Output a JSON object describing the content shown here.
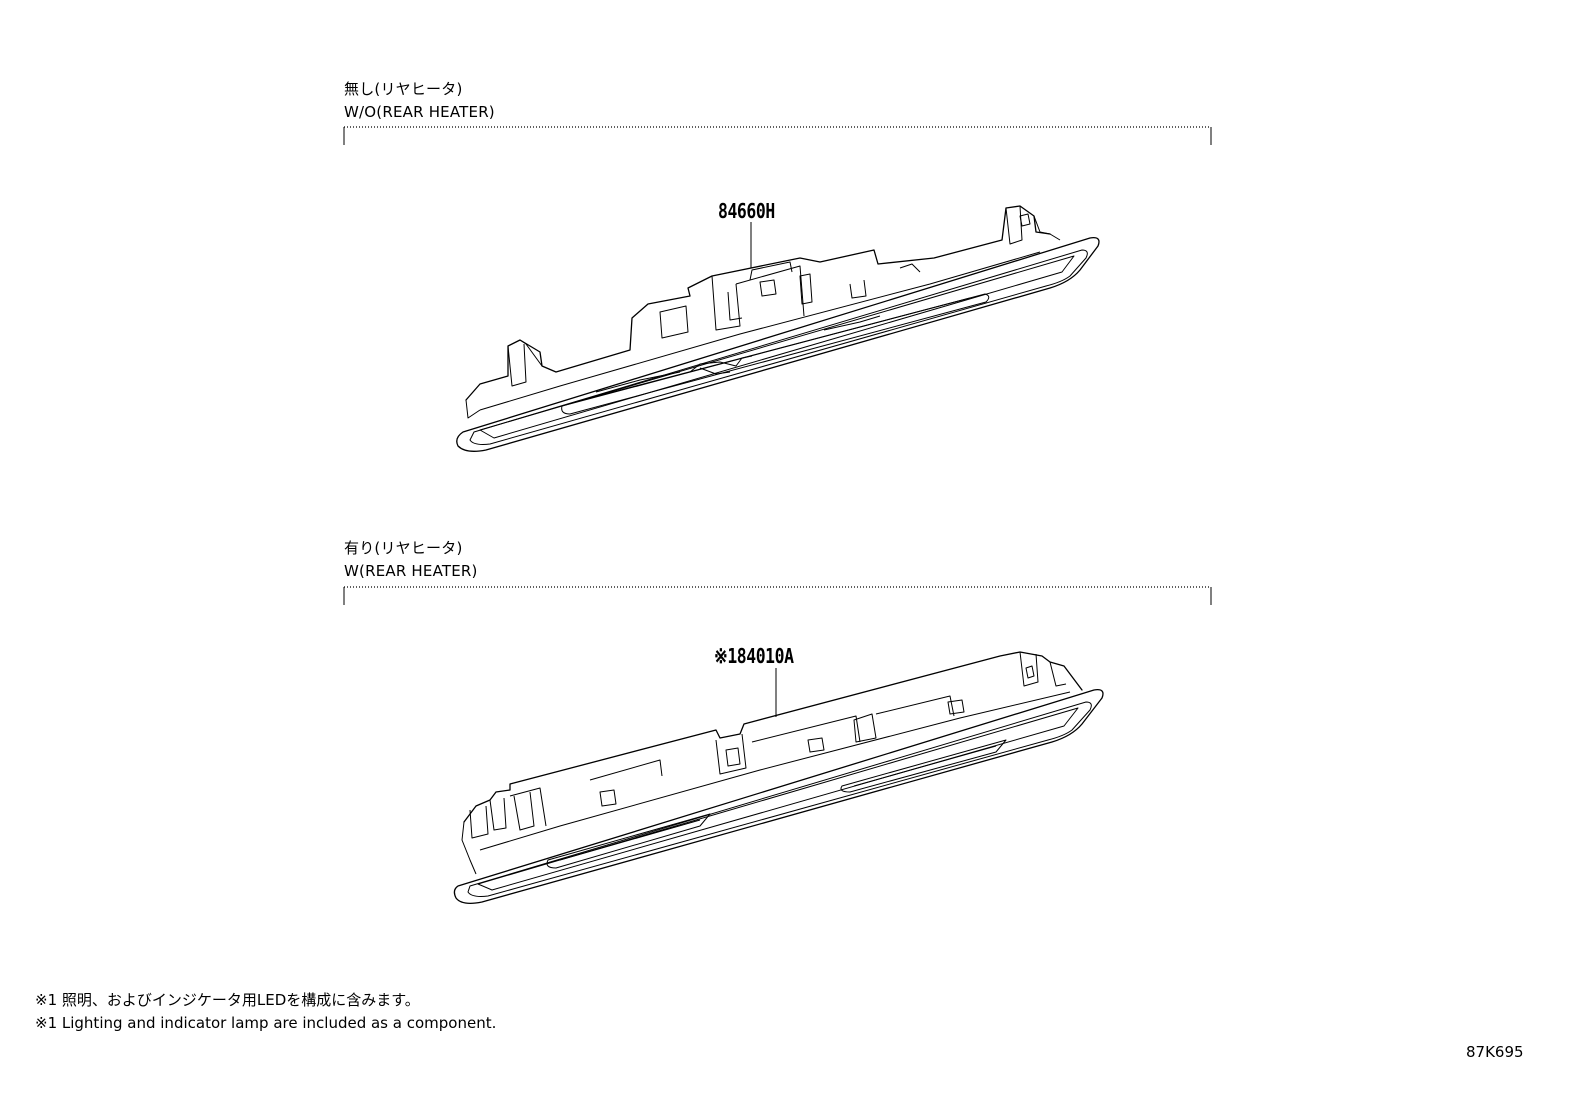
{
  "sections": [
    {
      "label_ja": "無し(リヤヒータ)",
      "label_en": "W/O(REAR HEATER)",
      "part_number": "84660H"
    },
    {
      "label_ja": "有り(リヤヒータ)",
      "label_en": "W(REAR HEATER)",
      "part_number": "※184010A"
    }
  ],
  "footnotes": {
    "ja": "※1 照明、およびインジケータ用LEDを構成に含みます。",
    "en": "※1 Lighting and indicator lamp are included as a component."
  },
  "reference_code": "87K695"
}
